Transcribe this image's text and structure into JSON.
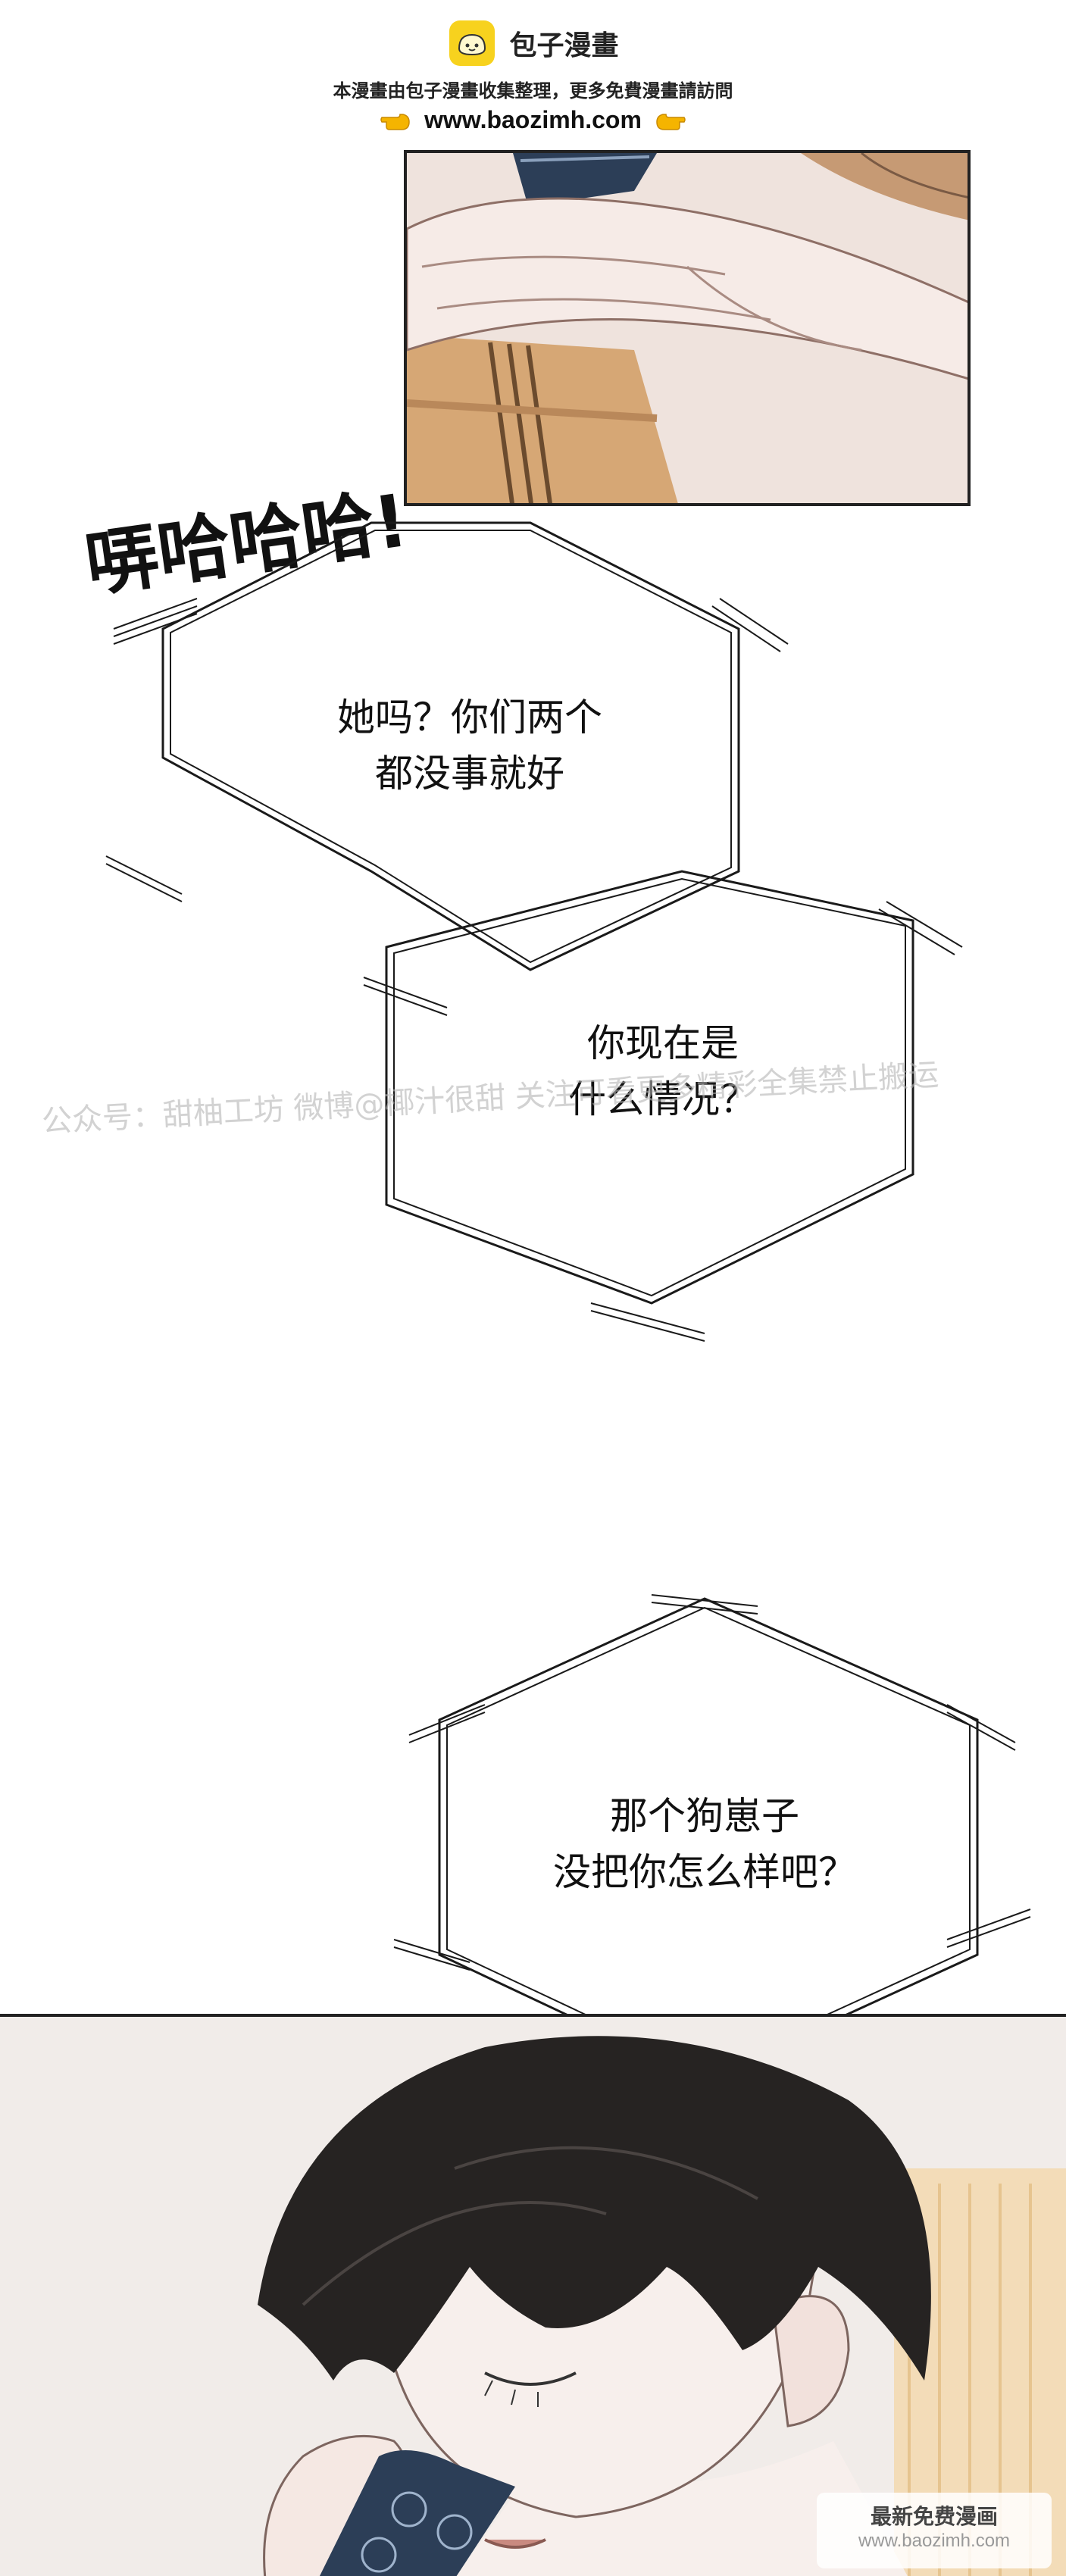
{
  "header": {
    "site_name": "包子漫畫",
    "notice": "本漫畫由包子漫畫收集整理，更多免費漫畫請訪問",
    "url": "www.baozimh.com"
  },
  "comic": {
    "sfx": "哢哈哈哈!",
    "bubble1_line1": "她吗？你们两个",
    "bubble1_line2": "都没事就好",
    "bubble2_line1": "你现在是",
    "bubble2_line2": "什么情况？",
    "bubble3_line1": "那个狗崽子",
    "bubble3_line2": "没把你怎么样吧？"
  },
  "watermark": "公众号：甜柚工坊 微博@椰汁很甜 关注可看更多精彩全集禁止搬运",
  "badge": {
    "line1": "最新免费漫画",
    "line2": "www.baozimh.com"
  },
  "colors": {
    "ink": "#111111",
    "logo_yellow": "#f7d21e",
    "hand_yellow": "#f5b400",
    "skin": "#f3e3df",
    "hair": "#222222",
    "phone": "#2c3e57"
  },
  "icons": [
    "bun-logo-icon",
    "pointing-hand-icon"
  ]
}
